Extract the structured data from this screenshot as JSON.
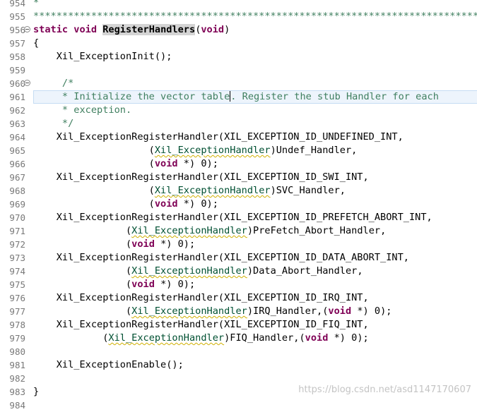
{
  "editor": {
    "lines": [
      {
        "num": "954",
        "segs": [
          {
            "t": "*",
            "c": "cm"
          }
        ]
      },
      {
        "num": "955",
        "segs": [
          {
            "t": "*******************************************************************************/",
            "c": "cm"
          }
        ]
      },
      {
        "num": "956",
        "fold": true,
        "segs": [
          {
            "t": "static",
            "c": "kw"
          },
          {
            "t": " "
          },
          {
            "t": "void",
            "c": "kw"
          },
          {
            "t": " "
          },
          {
            "t": "RegisterHandlers",
            "c": "fnhl"
          },
          {
            "t": "("
          },
          {
            "t": "void",
            "c": "kw"
          },
          {
            "t": ")"
          }
        ]
      },
      {
        "num": "957",
        "segs": [
          {
            "t": "{"
          }
        ]
      },
      {
        "num": "958",
        "segs": [
          {
            "t": "    Xil_ExceptionInit();"
          }
        ]
      },
      {
        "num": "959",
        "segs": []
      },
      {
        "num": "960",
        "fold": true,
        "segs": [
          {
            "t": "     /*",
            "c": "cm"
          }
        ]
      },
      {
        "num": "961",
        "current": true,
        "segs": [
          {
            "t": "     * Initialize the vector table",
            "c": "cm"
          },
          {
            "cursor": true
          },
          {
            "t": ". Register the stub Handler for each",
            "c": "cm"
          }
        ]
      },
      {
        "num": "962",
        "segs": [
          {
            "t": "     * exception.",
            "c": "cm"
          }
        ]
      },
      {
        "num": "963",
        "segs": [
          {
            "t": "     */",
            "c": "cm"
          }
        ]
      },
      {
        "num": "964",
        "segs": [
          {
            "t": "    Xil_ExceptionRegisterHandler(XIL_EXCEPTION_ID_UNDEFINED_INT,"
          }
        ]
      },
      {
        "num": "965",
        "segs": [
          {
            "t": "                    ("
          },
          {
            "t": "Xil_ExceptionHandler",
            "c": "ty"
          },
          {
            "t": ")Undef_Handler,"
          }
        ]
      },
      {
        "num": "966",
        "segs": [
          {
            "t": "                    ("
          },
          {
            "t": "void",
            "c": "kw"
          },
          {
            "t": " *) 0);"
          }
        ]
      },
      {
        "num": "967",
        "segs": [
          {
            "t": "    Xil_ExceptionRegisterHandler(XIL_EXCEPTION_ID_SWI_INT,"
          }
        ]
      },
      {
        "num": "968",
        "segs": [
          {
            "t": "                    ("
          },
          {
            "t": "Xil_ExceptionHandler",
            "c": "ty"
          },
          {
            "t": ")SVC_Handler,"
          }
        ]
      },
      {
        "num": "969",
        "segs": [
          {
            "t": "                    ("
          },
          {
            "t": "void",
            "c": "kw"
          },
          {
            "t": " *) 0);"
          }
        ]
      },
      {
        "num": "970",
        "segs": [
          {
            "t": "    Xil_ExceptionRegisterHandler(XIL_EXCEPTION_ID_PREFETCH_ABORT_INT,"
          }
        ]
      },
      {
        "num": "971",
        "segs": [
          {
            "t": "                ("
          },
          {
            "t": "Xil_ExceptionHandler",
            "c": "ty"
          },
          {
            "t": ")PreFetch_Abort_Handler,"
          }
        ]
      },
      {
        "num": "972",
        "segs": [
          {
            "t": "                ("
          },
          {
            "t": "void",
            "c": "kw"
          },
          {
            "t": " *) 0);"
          }
        ]
      },
      {
        "num": "973",
        "segs": [
          {
            "t": "    Xil_ExceptionRegisterHandler(XIL_EXCEPTION_ID_DATA_ABORT_INT,"
          }
        ]
      },
      {
        "num": "974",
        "segs": [
          {
            "t": "                ("
          },
          {
            "t": "Xil_ExceptionHandler",
            "c": "ty"
          },
          {
            "t": ")Data_Abort_Handler,"
          }
        ]
      },
      {
        "num": "975",
        "segs": [
          {
            "t": "                ("
          },
          {
            "t": "void",
            "c": "kw"
          },
          {
            "t": " *) 0);"
          }
        ]
      },
      {
        "num": "976",
        "segs": [
          {
            "t": "    Xil_ExceptionRegisterHandler(XIL_EXCEPTION_ID_IRQ_INT,"
          }
        ]
      },
      {
        "num": "977",
        "segs": [
          {
            "t": "                ("
          },
          {
            "t": "Xil_ExceptionHandler",
            "c": "ty"
          },
          {
            "t": ")IRQ_Handler,("
          },
          {
            "t": "void",
            "c": "kw"
          },
          {
            "t": " *) 0);"
          }
        ]
      },
      {
        "num": "978",
        "segs": [
          {
            "t": "    Xil_ExceptionRegisterHandler(XIL_EXCEPTION_ID_FIQ_INT,"
          }
        ]
      },
      {
        "num": "979",
        "segs": [
          {
            "t": "            ("
          },
          {
            "t": "Xil_ExceptionHandler",
            "c": "ty"
          },
          {
            "t": ")FIQ_Handler,("
          },
          {
            "t": "void",
            "c": "kw"
          },
          {
            "t": " *) 0);"
          }
        ]
      },
      {
        "num": "980",
        "segs": []
      },
      {
        "num": "981",
        "segs": [
          {
            "t": "    Xil_ExceptionEnable();"
          }
        ]
      },
      {
        "num": "982",
        "segs": []
      },
      {
        "num": "983",
        "segs": [
          {
            "t": "}"
          }
        ]
      },
      {
        "num": "984",
        "segs": []
      }
    ]
  },
  "watermark": "https://blog.csdn.net/asd1147170607",
  "colors": {
    "keyword": "#7f0055",
    "comment": "#3f7f5f",
    "type": "#005032",
    "line_number": "#787878",
    "current_line": "#edf4fc"
  }
}
